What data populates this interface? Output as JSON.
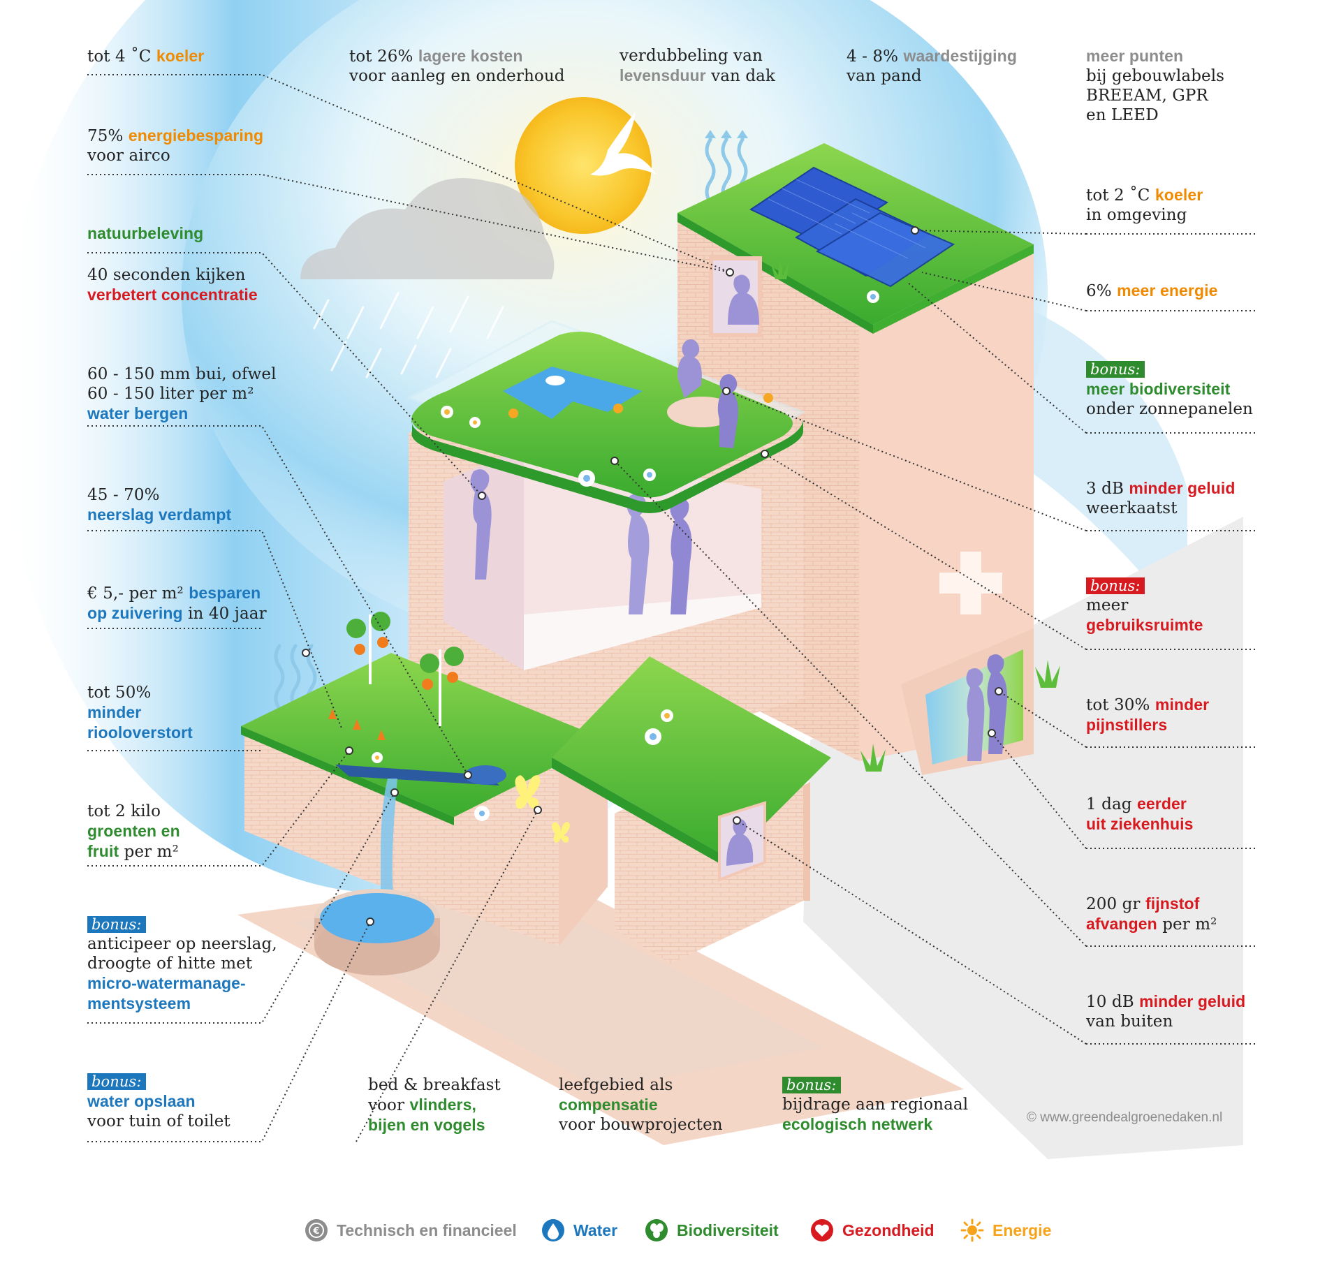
{
  "labels": {
    "koeler_4": {
      "pre": "tot 4 ˚C ",
      "kw": "koeler",
      "post": ""
    },
    "kosten": {
      "pre": "tot 26% ",
      "kw": "lagere kosten",
      "post": "voor aanleg en onderhoud"
    },
    "levensduur": {
      "pre": "verdubbeling van",
      "kw": "levensduur",
      "post": " van dak"
    },
    "waarde": {
      "pre": "4 - 8% ",
      "kw": "waardestijging",
      "post": "van pand"
    },
    "punten": {
      "kw": "meer punten",
      "l1": "bij gebouwlabels",
      "l2": "BREEAM, GPR",
      "l3": "en LEED"
    },
    "energiebesparing": {
      "pre": "75% ",
      "kw": "energiebesparing",
      "post": "voor airco"
    },
    "koeler_2": {
      "pre": "tot 2 ˚C ",
      "kw": "koeler",
      "post": "in omgeving"
    },
    "natuur": {
      "kw": "natuurbeleving"
    },
    "concentratie": {
      "pre": "40 seconden kijken",
      "kw": "verbetert concentratie"
    },
    "meer_energie": {
      "pre": "6% ",
      "kw": "meer energie"
    },
    "water_bergen": {
      "l1": "60 - 150 mm bui, ofwel",
      "l2": "60 - 150 liter per m²",
      "kw": "water bergen"
    },
    "biodiv_bonus": {
      "bonus": "bonus:",
      "kw": "meer biodiversiteit",
      "post": "onder zonnepanelen"
    },
    "verdampt": {
      "pre": "45 - 70%",
      "kw": "neerslag verdampt"
    },
    "geluid_3": {
      "pre": "3 dB ",
      "kw": "minder geluid",
      "post": "weerkaatst"
    },
    "zuivering": {
      "pre": "€ 5,- per m² ",
      "kw1": "besparen",
      "kw2": "op zuivering",
      "post": " in 40 jaar"
    },
    "ruimte_bonus": {
      "bonus": "bonus:",
      "pre": "meer",
      "kw": "gebruiksruimte"
    },
    "riool": {
      "pre": "tot 50%",
      "kw1": "minder",
      "kw2": "riooloverstort"
    },
    "pijn": {
      "pre": "tot 30% ",
      "kw1": "minder",
      "kw2": "pijnstillers"
    },
    "groenten": {
      "pre": "tot 2 kilo",
      "kw1": "groenten en",
      "kw2": "fruit",
      "post": " per m²"
    },
    "ziekenhuis": {
      "pre": "1 dag ",
      "kw1": "eerder",
      "kw2": "uit ziekenhuis"
    },
    "fijnstof": {
      "pre": "200 gr ",
      "kw1": "fijnstof",
      "kw2": "afvangen",
      "post": " per m²"
    },
    "micro_bonus": {
      "bonus": "bonus:",
      "l1": "anticipeer op neerslag,",
      "l2": "droogte of hitte met",
      "kw1": "micro-watermanage-",
      "kw2": "mentsysteem"
    },
    "geluid_10": {
      "pre": "10 dB ",
      "kw": "minder geluid",
      "post": "van buiten"
    },
    "opslaan_bonus": {
      "bonus": "bonus:",
      "kw": "water opslaan",
      "post": "voor tuin of toilet"
    },
    "bnb": {
      "pre": "bed & breakfast",
      "l2": "voor ",
      "kw1": "vlinders,",
      "kw2": "bijen en vogels"
    },
    "leefgebied": {
      "pre": "leefgebied als",
      "kw": "compensatie",
      "post": "voor bouwprojecten"
    },
    "netwerk_bonus": {
      "bonus": "bonus:",
      "pre": "bijdrage aan regionaal",
      "kw": "ecologisch netwerk"
    }
  },
  "copyright": "© www.greendealgroenedaken.nl",
  "legend": [
    {
      "label": "Technisch en financieel",
      "icon": "euro-icon",
      "color": "#8c8c8c"
    },
    {
      "label": "Water",
      "icon": "water-drop-icon",
      "color": "#1d77bd"
    },
    {
      "label": "Biodiversiteit",
      "icon": "leaves-icon",
      "color": "#2e8b2e"
    },
    {
      "label": "Gezondheid",
      "icon": "heart-icon",
      "color": "#d71920"
    },
    {
      "label": "Energie",
      "icon": "sun-icon",
      "color": "#f7a21b"
    }
  ],
  "colors": {
    "orange": "#f08a00",
    "green": "#2e8b2e",
    "red": "#d71920",
    "blue": "#1d77bd",
    "grey": "#8c8c8c",
    "brick": "#f3d2c2",
    "roof_green": "#5cc037",
    "sky": "#8fd0f2"
  }
}
